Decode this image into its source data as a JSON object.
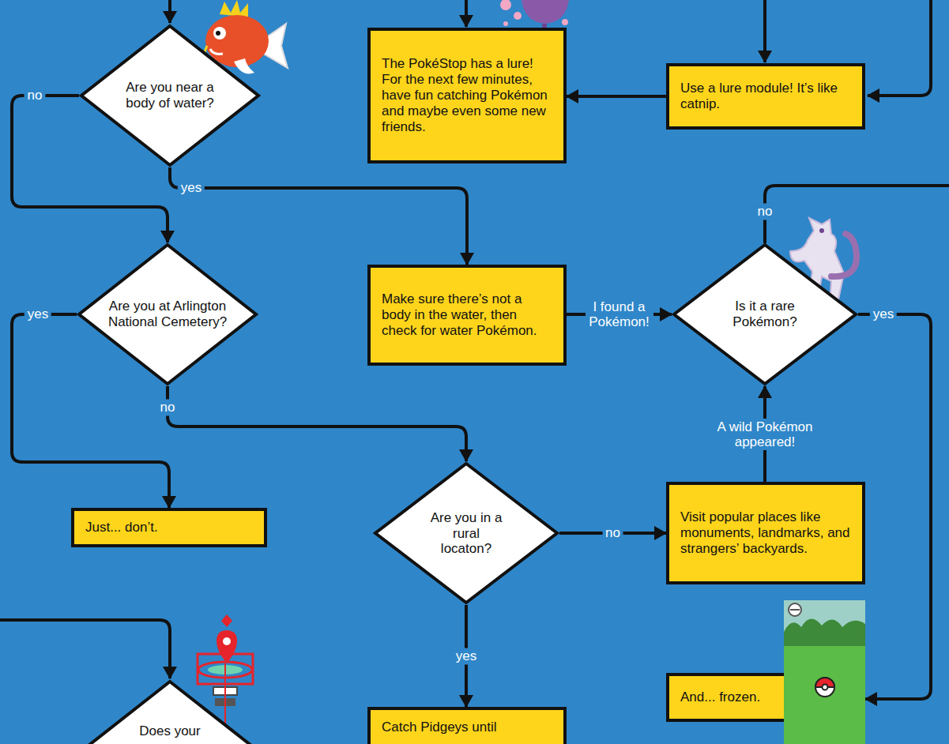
{
  "diagram": {
    "nodes": [
      {
        "text": [
          "Are you near a body of water?"
        ]
      },
      {
        "text": [
          "The PokéStop has a lure! For the next few minutes, have fun catching Pokémon and maybe even some new friends."
        ]
      },
      {
        "text": [
          "Use a lure module! It’s like catnip."
        ]
      },
      {
        "text": [
          "Are you at Arlington National Cemetery?"
        ]
      },
      {
        "text": [
          "Make sure there’s not a body in the water, then check for water Pokémon."
        ]
      },
      {
        "text": [
          "Is it a rare Pokémon?"
        ]
      },
      {
        "text": [
          "Just... don’t."
        ]
      },
      {
        "text": [
          "Are you in a rural locaton?"
        ]
      },
      {
        "text": [
          "Visit popular places like monuments, landmarks, and strangers’ backyards."
        ]
      },
      {
        "text": [
          "And... frozen."
        ]
      },
      {
        "text": [
          "Does your"
        ]
      },
      {
        "text": [
          "Catch Pidgeys until"
        ]
      }
    ],
    "edges": [
      {
        "from": 0,
        "to": 3,
        "label": "no",
        "arrow": "to"
      },
      {
        "from": 0,
        "to": 4,
        "label": "yes",
        "arrow": "to"
      },
      {
        "from": 2,
        "to": 1,
        "arrow": "to"
      },
      {
        "from": 3,
        "to": 6,
        "label": "yes",
        "arrow": "to"
      },
      {
        "from": 3,
        "to": 7,
        "label": "no",
        "arrow": "to"
      },
      {
        "from": 4,
        "to": 5,
        "label": "I found a Pokémon!",
        "arrow": "to"
      },
      {
        "from": 7,
        "to": 8,
        "label": "no",
        "arrow": "to"
      },
      {
        "from": 8,
        "to": 5,
        "label": "A wild Pokémon appeared!",
        "arrow": "to"
      },
      {
        "from": 5,
        "to": 9,
        "label": "yes",
        "arrow": "to"
      },
      {
        "from": 7,
        "to": 11,
        "label": "yes",
        "arrow": "to"
      }
    ],
    "labels": [
      "no"
    ]
  }
}
